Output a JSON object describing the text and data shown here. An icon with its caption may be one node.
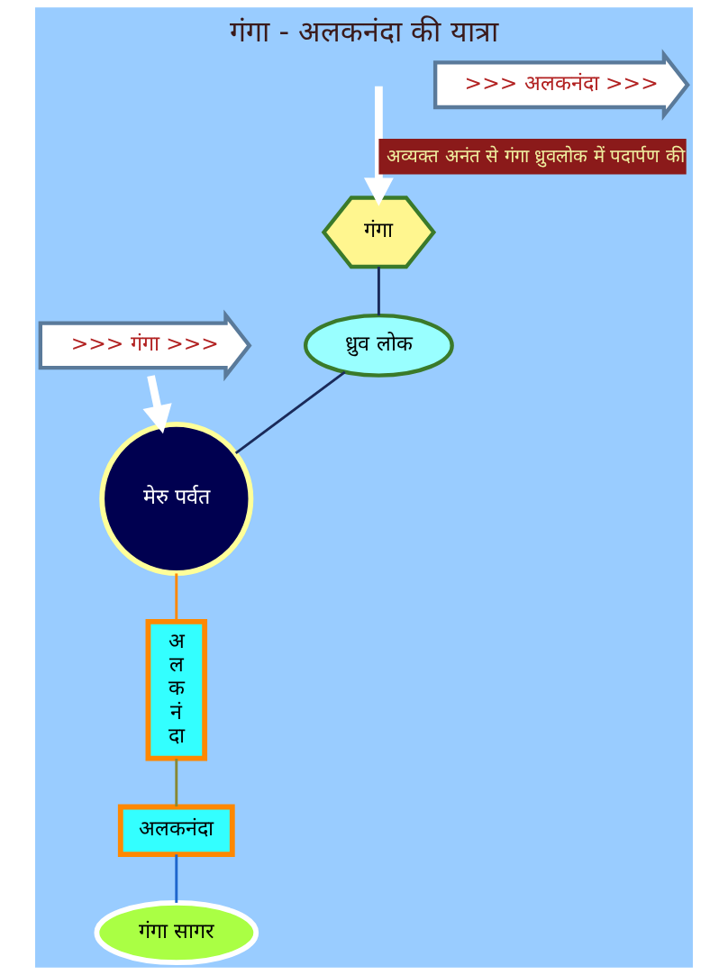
{
  "diagram": {
    "title": "गंगा - अलकनंदा की यात्रा",
    "nodes": [
      {
        "text": [
          "गंगा"
        ]
      },
      {
        "text": [
          "ध्रुव लोक"
        ]
      },
      {
        "text": [
          "मेरु पर्वत"
        ]
      },
      {
        "text": [
          "अ ल क नं दा"
        ]
      },
      {
        "text": [
          "अलकनंदा"
        ]
      },
      {
        "text": [
          "गंगा सागर"
        ]
      },
      {
        "text": [
          ">>> गंगा >>>"
        ]
      },
      {
        "text": [
          ">>> अलकनंदा >>>"
        ]
      }
    ],
    "edges": [
      {
        "from": null,
        "to": 0,
        "arrow": "to",
        "label": "अव्यक्त अनंत से गंगा ध्रुवलोक में पदार्पण की",
        "style": "thick",
        "color": "#ffffff"
      },
      {
        "from": 0,
        "to": 1,
        "arrow": "none",
        "color": "#1a2a5a"
      },
      {
        "from": 1,
        "to": 2,
        "arrow": "none",
        "color": "#1a2a5a"
      },
      {
        "from": 6,
        "to": 2,
        "arrow": "to",
        "style": "thick",
        "color": "#ffffff"
      },
      {
        "from": 2,
        "to": 3,
        "arrow": "none",
        "color": "#ff8800"
      },
      {
        "from": 3,
        "to": 4,
        "arrow": "none",
        "color": "#888833"
      },
      {
        "from": 4,
        "to": 5,
        "arrow": "none",
        "color": "#1e66cc"
      }
    ]
  }
}
